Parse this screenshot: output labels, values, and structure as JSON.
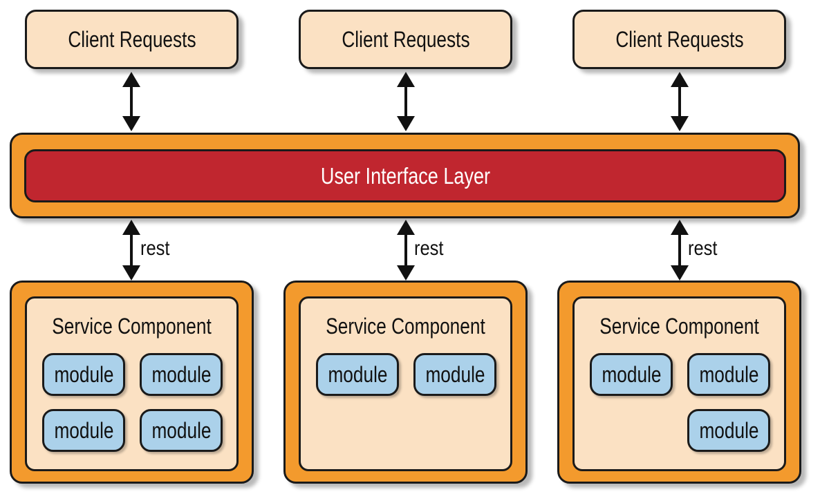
{
  "clients": [
    {
      "label": "Client Requests"
    },
    {
      "label": "Client Requests"
    },
    {
      "label": "Client Requests"
    }
  ],
  "ui_layer": {
    "label": "User Interface Layer"
  },
  "connectors": [
    {
      "label": "rest"
    },
    {
      "label": "rest"
    },
    {
      "label": "rest"
    }
  ],
  "services": [
    {
      "title": "Service Component",
      "modules": [
        "module",
        "module",
        "module",
        "module"
      ]
    },
    {
      "title": "Service Component",
      "modules": [
        "module",
        "module"
      ]
    },
    {
      "title": "Service Component",
      "modules": [
        "module",
        "module",
        "module"
      ]
    }
  ],
  "colors": {
    "orange": "#f39a2d",
    "peach": "#fbe1c3",
    "red": "#c0262f",
    "blue": "#abd1ea",
    "outline": "#1a1a1a"
  }
}
